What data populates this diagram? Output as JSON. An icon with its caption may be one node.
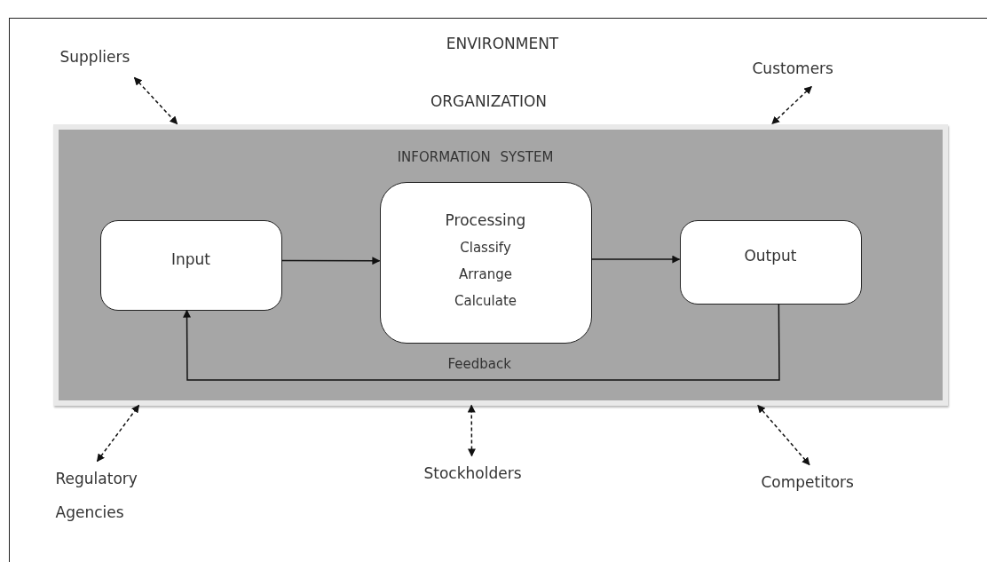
{
  "diagram": {
    "nodes": [
      {
        "text": [
          "ENVIRONMENT"
        ]
      },
      {
        "text": [
          "ORGANIZATION",
          "INFORMATION SYSTEM"
        ],
        "in": 0
      },
      {
        "text": [
          "Input"
        ],
        "in": 1
      },
      {
        "text": [
          "Processing",
          "Classify",
          "Arrange",
          "Calculate"
        ],
        "in": 1
      },
      {
        "text": [
          "Output"
        ],
        "in": 1
      },
      {
        "text": [
          "Suppliers"
        ],
        "in": 0
      },
      {
        "text": [
          "Customers"
        ],
        "in": 0
      },
      {
        "text": [
          "Regulatory Agencies"
        ],
        "in": 0
      },
      {
        "text": [
          "Stockholders"
        ],
        "in": 0
      },
      {
        "text": [
          "Competitors"
        ],
        "in": 0
      }
    ],
    "edges": [
      {
        "from": 5,
        "to": 1,
        "arrow": "both",
        "style": "dashed"
      },
      {
        "from": 6,
        "to": 1,
        "arrow": "both",
        "style": "dashed"
      },
      {
        "from": 7,
        "to": 1,
        "arrow": "both",
        "style": "dashed"
      },
      {
        "from": 8,
        "to": 1,
        "arrow": "both",
        "style": "dashed"
      },
      {
        "from": 9,
        "to": 1,
        "arrow": "both",
        "style": "dashed"
      },
      {
        "from": 2,
        "to": 3,
        "arrow": "to"
      },
      {
        "from": 3,
        "to": 4,
        "arrow": "to"
      },
      {
        "from": 4,
        "to": 2,
        "arrow": "to",
        "label": "Feedback"
      }
    ]
  }
}
